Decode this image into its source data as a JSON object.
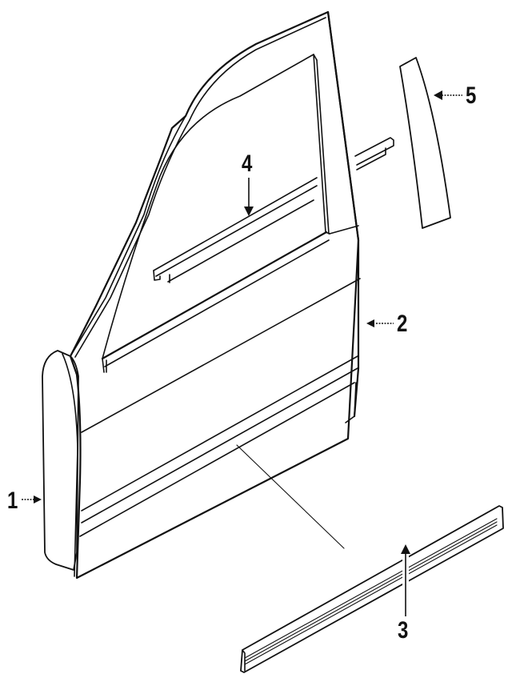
{
  "diagram": {
    "type": "exploded parts diagram",
    "subject": "front door shell and mouldings",
    "line_color": "#111111",
    "background": "#ffffff"
  },
  "callouts": [
    {
      "id": 1,
      "label": "1",
      "part": "door hinge-side end cap / front edge panel"
    },
    {
      "id": 2,
      "label": "2",
      "part": "door shell"
    },
    {
      "id": 3,
      "label": "3",
      "part": "lower body side moulding"
    },
    {
      "id": 4,
      "label": "4",
      "part": "belt weatherstrip (window sill)"
    },
    {
      "id": 5,
      "label": "5",
      "part": "B-pillar applique / trim"
    }
  ]
}
